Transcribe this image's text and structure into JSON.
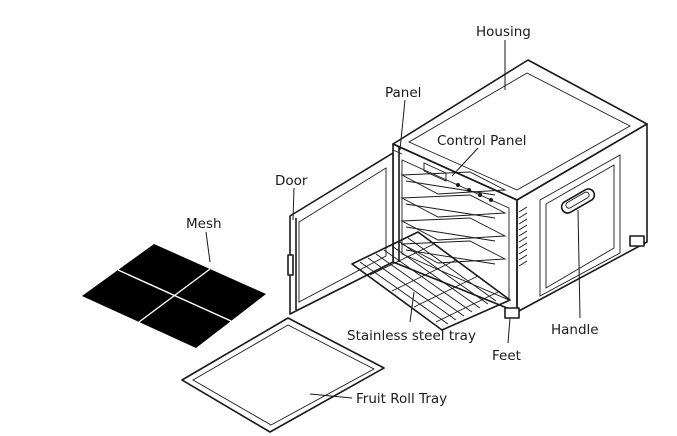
{
  "diagram": {
    "labels": {
      "housing": "Housing",
      "panel": "Panel",
      "control_panel": "Control Panel",
      "door": "Door",
      "mesh": "Mesh",
      "handle": "Handle",
      "stainless_steel_tray": "Stainless steel tray",
      "feet": "Feet",
      "fruit_roll_tray": "Fruit Roll Tray"
    },
    "colors": {
      "line": "#1a1a1a",
      "mesh_fill": "#000000",
      "background": "#ffffff"
    }
  }
}
